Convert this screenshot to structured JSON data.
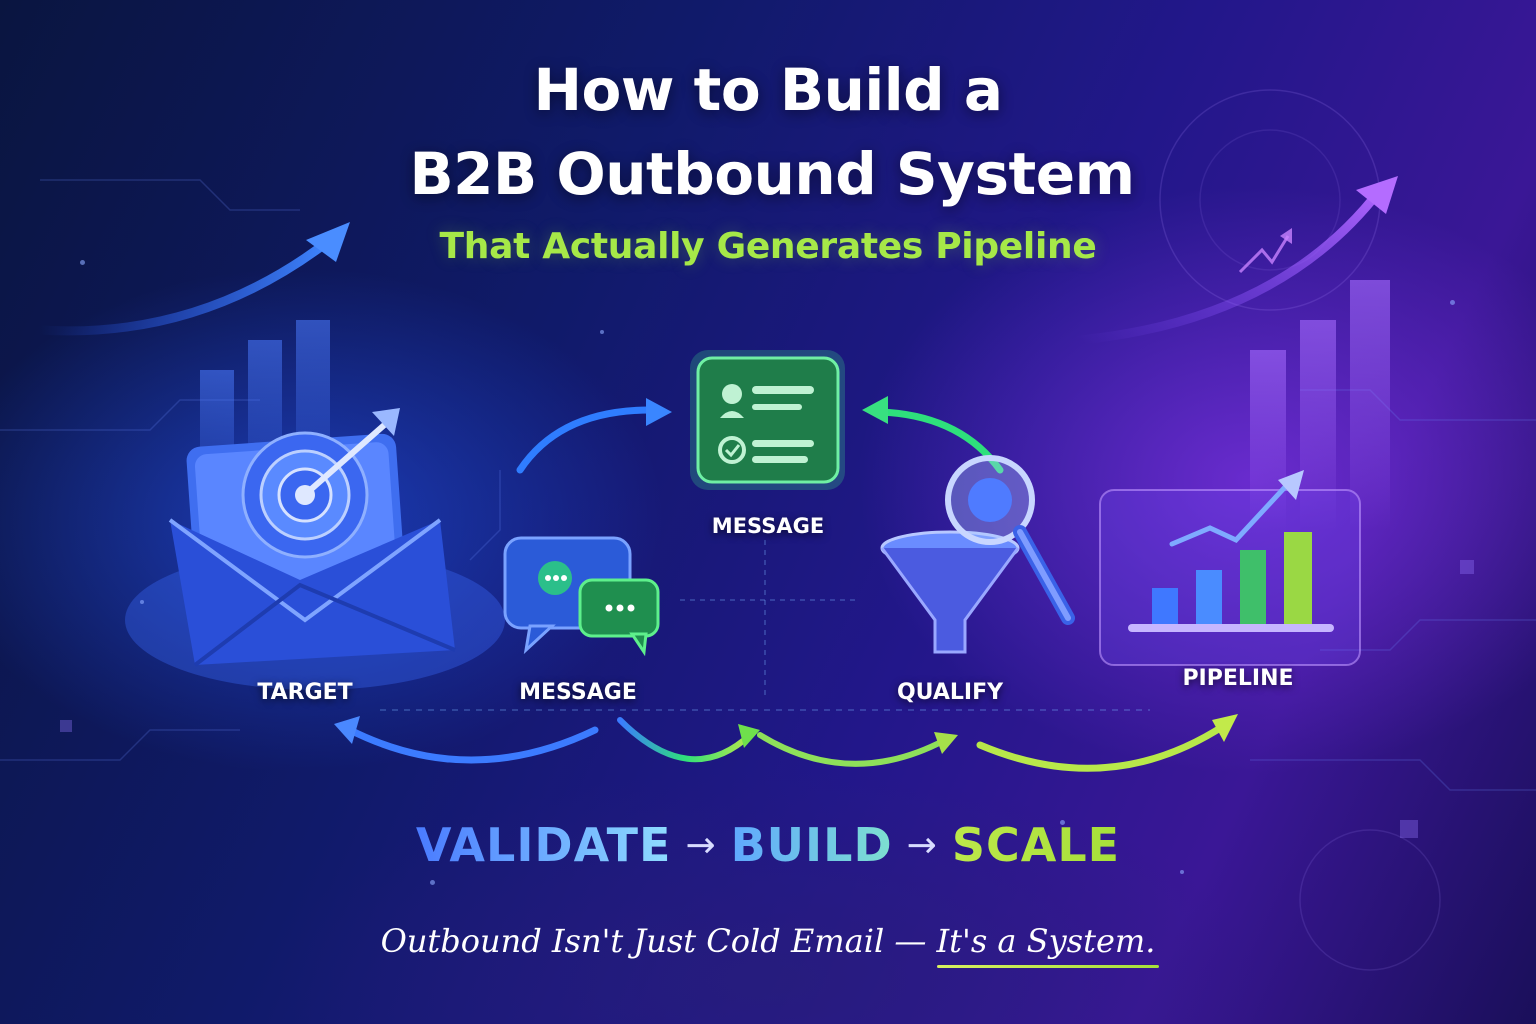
{
  "header": {
    "title_line1": "How to Build a",
    "title_line2": "B2B Outbound System",
    "subtitle": "That Actually Generates Pipeline"
  },
  "nodes": {
    "target": "TARGET",
    "message_left": "MESSAGE",
    "message_top": "MESSAGE",
    "qualify": "QUALIFY",
    "pipeline": "PIPELINE"
  },
  "steps": {
    "validate": "VALIDATE",
    "arrow_1": "→",
    "build": "BUILD",
    "arrow_2": "→",
    "scale": "SCALE"
  },
  "tagline": {
    "part1": "Outbound Isn't Just Cold Email — ",
    "part2": "It's a System."
  },
  "colors": {
    "accent_green": "#a6e848",
    "accent_blue": "#3f7bff",
    "accent_purple": "#a45cff",
    "icon_green": "#2f9a58"
  },
  "icons": [
    "target-envelope-icon",
    "chat-bubbles-icon",
    "checklist-icon",
    "funnel-magnifier-icon",
    "growth-chart-icon",
    "trend-arrow-icon"
  ]
}
